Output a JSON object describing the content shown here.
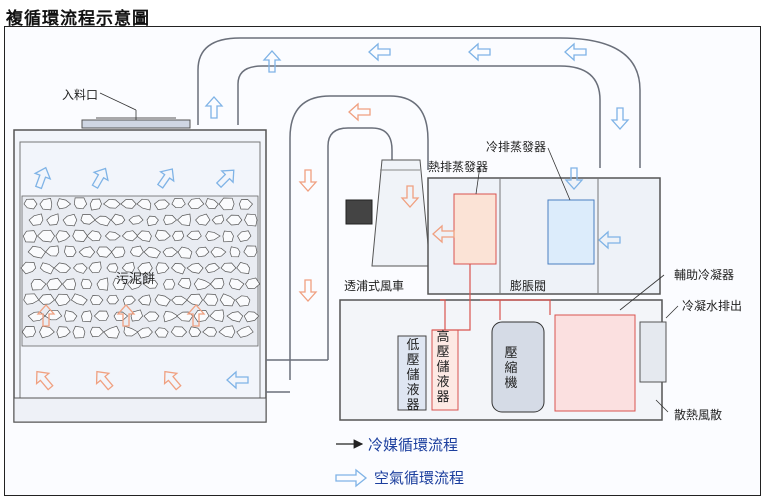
{
  "title": "複循環流程示意圖",
  "labels": {
    "inlet": "入料口",
    "sludge": "污泥餅",
    "fan": "透浦式風車",
    "cold_evap": "冷排蒸發器",
    "hot_evap": "熱排蒸發器",
    "expansion_valve": "膨脹閥",
    "aux_condenser": "輔助冷凝器",
    "drain": "冷凝水排出",
    "radiator_fan": "散熱風散",
    "low_accumulator": "低壓儲液器",
    "high_receiver": "高壓儲液器",
    "compressor": "壓縮機"
  },
  "legend": {
    "refrigerant": "冷媒循環流程",
    "air": "空氣循環流程"
  },
  "colors": {
    "air_arrow": "#7fb3e6",
    "refrigerant_line": "#d9534f",
    "refrigerant_flow": "#ff9966",
    "structure": "#6a6f7a",
    "legend_text": "#1c3f9e"
  }
}
